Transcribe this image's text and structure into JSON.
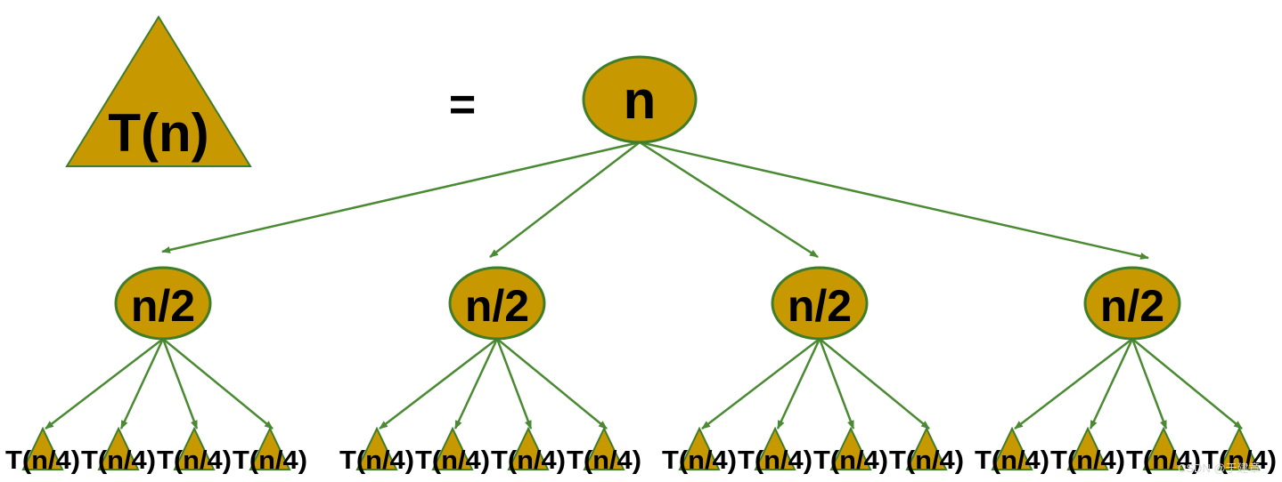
{
  "definition": {
    "label": "T(n)",
    "equals": "="
  },
  "root": {
    "label": "n"
  },
  "level1": [
    {
      "label": "n/2",
      "children": [
        "T(n/4)",
        "T(n/4)",
        "T(n/4)",
        "T(n/4)"
      ]
    },
    {
      "label": "n/2",
      "children": [
        "T(n/4)",
        "T(n/4)",
        "T(n/4)",
        "T(n/4)"
      ]
    },
    {
      "label": "n/2",
      "children": [
        "T(n/4)",
        "T(n/4)",
        "T(n/4)",
        "T(n/4)"
      ]
    },
    {
      "label": "n/2",
      "children": [
        "T(n/4)",
        "T(n/4)",
        "T(n/4)",
        "T(n/4)"
      ]
    }
  ],
  "watermark": "CSDN @于建章",
  "colors": {
    "fill": "#c89800",
    "stroke": "#3e7d2a",
    "edge": "#4a8a32"
  }
}
